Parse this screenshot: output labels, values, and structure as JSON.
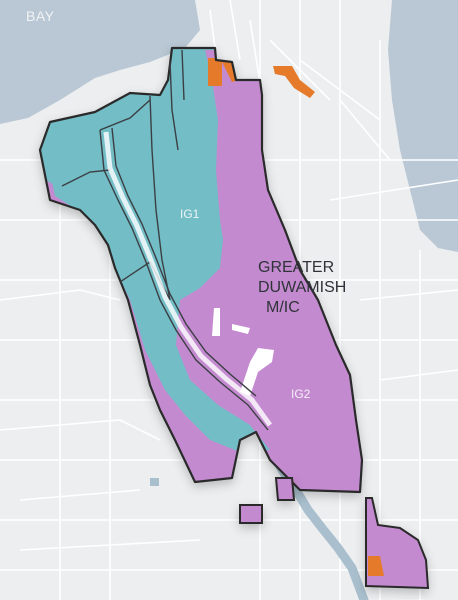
{
  "map": {
    "water_label": "BAY",
    "zones": [
      {
        "code": "IG1",
        "color": "#73bdc6"
      },
      {
        "code": "IG2",
        "color": "#c48ad0"
      }
    ],
    "district_label_lines": [
      "GREATER",
      "DUWAMISH",
      "M/IC"
    ],
    "colors": {
      "water": "#b9c8d4",
      "land": "#eceef0",
      "street": "#ffffff",
      "ig1": "#73bdc6",
      "ig2": "#c48ad0",
      "orange": "#e47a2a",
      "boundary": "#2a2a2a",
      "river": "#a9bfcd"
    }
  }
}
